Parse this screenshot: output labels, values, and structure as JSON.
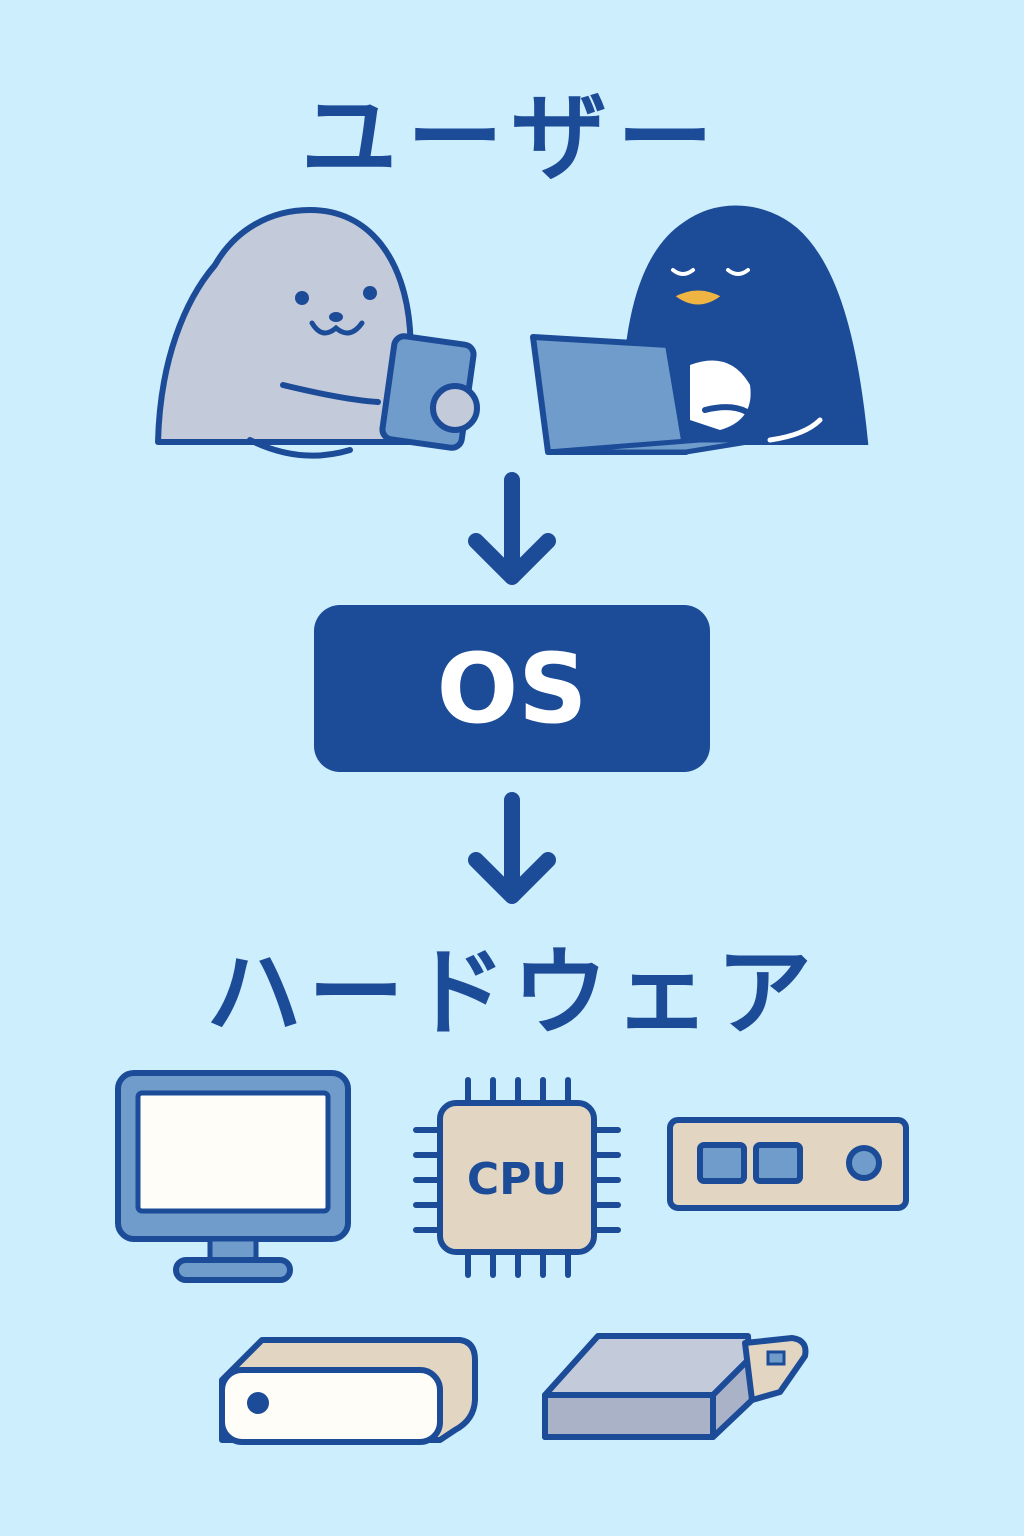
{
  "diagram": {
    "user_label": "ユーザー",
    "os_label": "OS",
    "hardware_label": "ハードウェア",
    "cpu_label": "CPU"
  },
  "colors": {
    "background": "#cdeefd",
    "primary": "#1c4b98",
    "seal": "#c3cad9",
    "device_blue": "#6f9ccb",
    "chip": "#e2d6c3",
    "beak": "#f0b443",
    "white": "#fffdf8"
  },
  "icons": [
    "seal-character",
    "penguin-character",
    "tablet-icon",
    "laptop-icon",
    "monitor-icon",
    "cpu-chip-icon",
    "rack-device-icon",
    "external-drive-icon",
    "usb-stick-icon",
    "down-arrow-icon"
  ]
}
